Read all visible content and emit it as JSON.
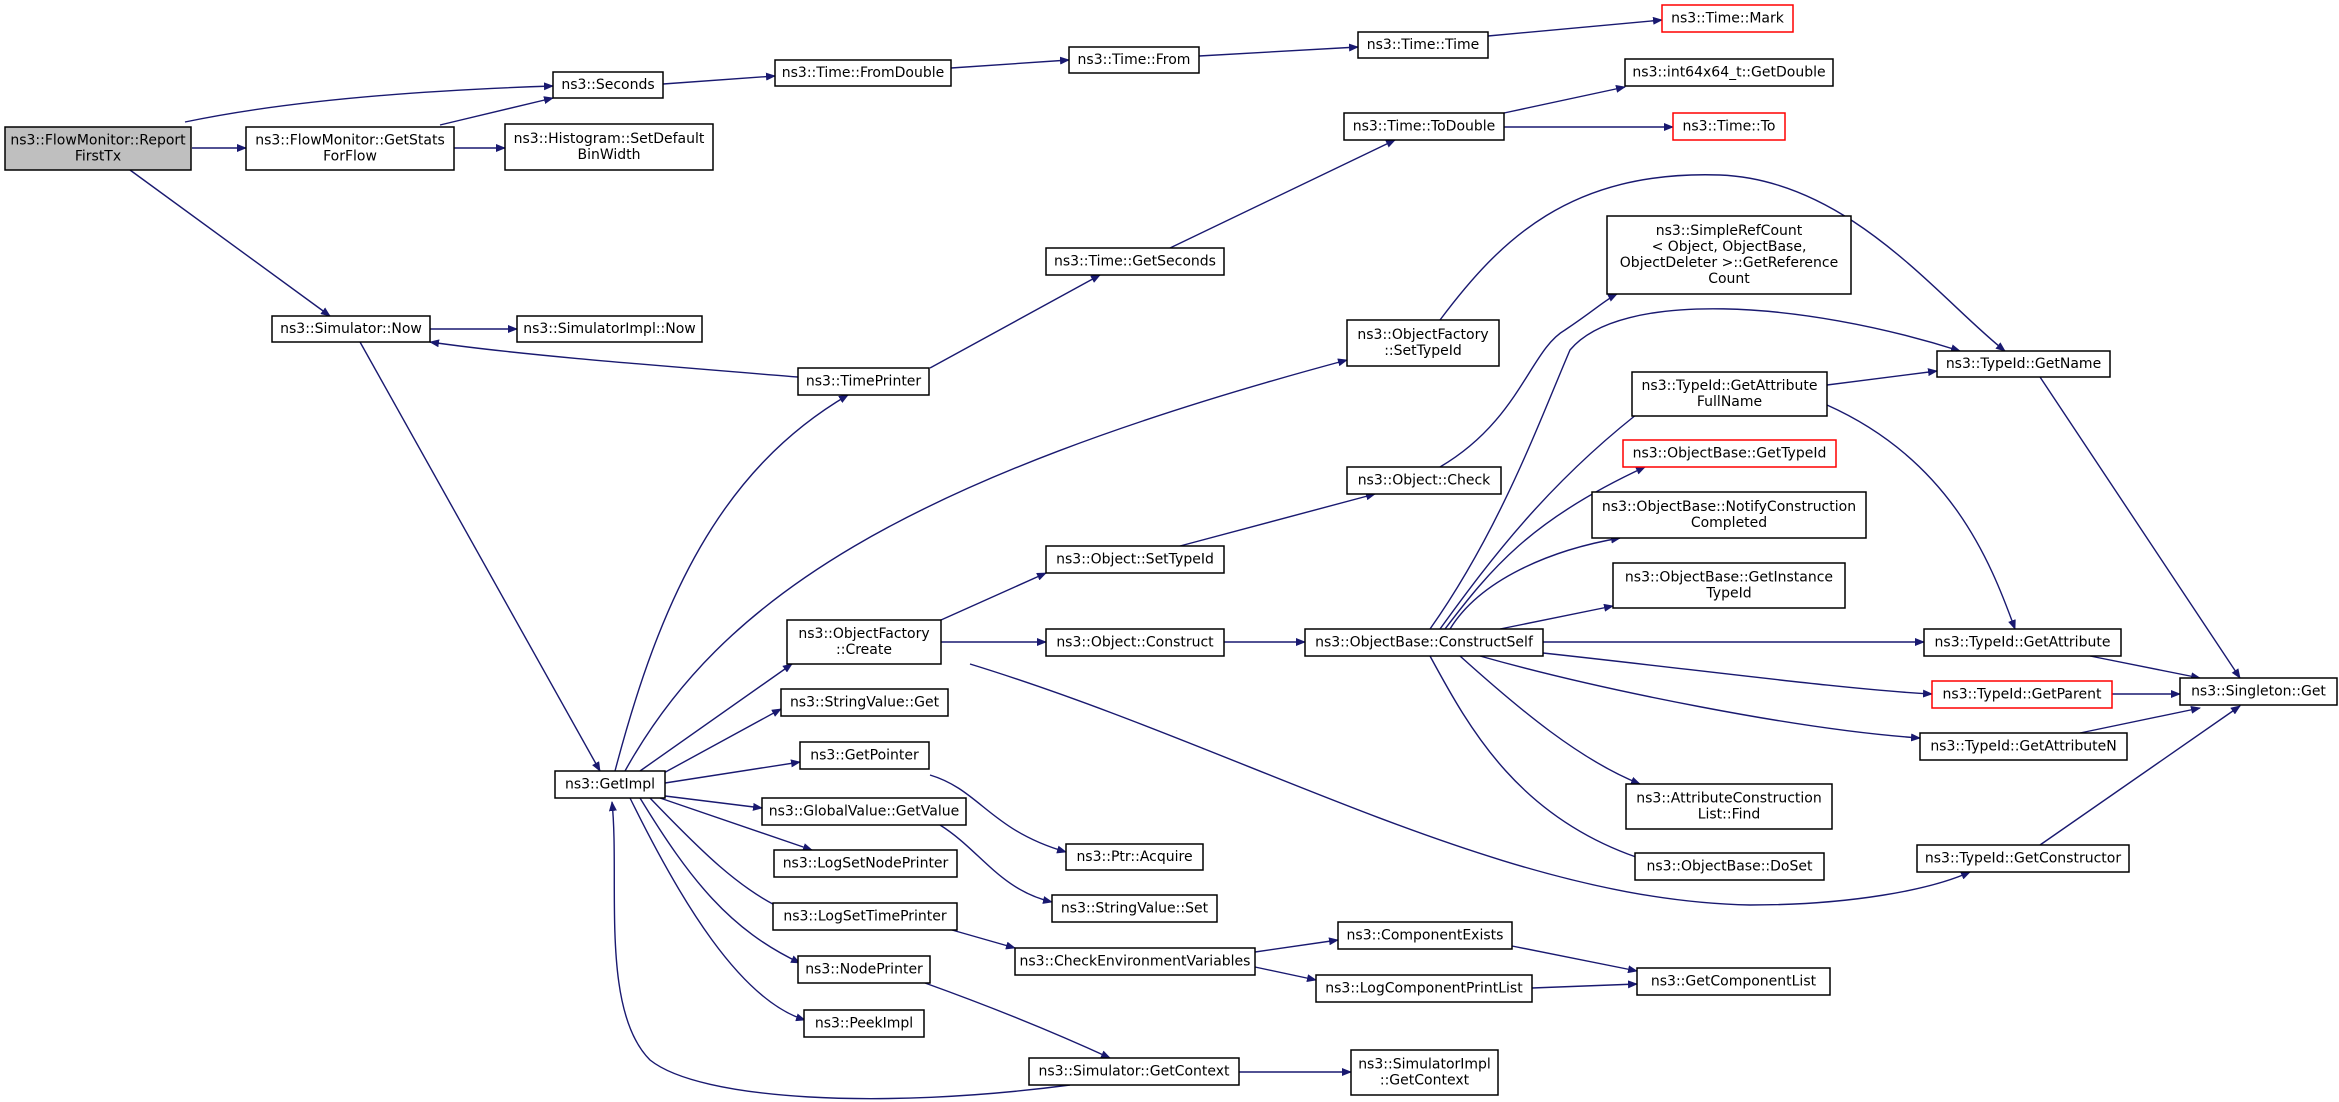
{
  "colors": {
    "edge": "#191970",
    "root_fill": "#bfbfbf",
    "node_border": "#000000",
    "truncated_border": "#ff0000"
  },
  "nodes": {
    "report": [
      "ns3::FlowMonitor::Report",
      "FirstTx"
    ],
    "getstats": [
      "ns3::FlowMonitor::GetStats",
      "ForFlow"
    ],
    "histogram": [
      "ns3::Histogram::SetDefault",
      "BinWidth"
    ],
    "seconds": [
      "ns3::Seconds"
    ],
    "fromdouble": [
      "ns3::Time::FromDouble"
    ],
    "timefrom": [
      "ns3::Time::From"
    ],
    "timetime": [
      "ns3::Time::Time"
    ],
    "timemark": [
      "ns3::Time::Mark"
    ],
    "int64getdouble": [
      "ns3::int64x64_t::GetDouble"
    ],
    "todouble": [
      "ns3::Time::ToDouble"
    ],
    "timeto": [
      "ns3::Time::To"
    ],
    "getseconds": [
      "ns3::Time::GetSeconds"
    ],
    "simrefcount": [
      "ns3::SimpleRefCount",
      "< Object, ObjectBase,",
      "ObjectDeleter >::GetReference",
      "Count"
    ],
    "simnow": [
      "ns3::Simulator::Now"
    ],
    "simimplnow": [
      "ns3::SimulatorImpl::Now"
    ],
    "factsettypeid": [
      "ns3::ObjectFactory",
      "::SetTypeId"
    ],
    "tidgetname": [
      "ns3::TypeId::GetName"
    ],
    "tidgetattrfullname": [
      "ns3::TypeId::GetAttribute",
      "FullName"
    ],
    "timeprinter": [
      "ns3::TimePrinter"
    ],
    "obgettypeid": [
      "ns3::ObjectBase::GetTypeId"
    ],
    "objcheck": [
      "ns3::Object::Check"
    ],
    "obnotify": [
      "ns3::ObjectBase::NotifyConstruction",
      "Completed"
    ],
    "objsettypeid": [
      "ns3::Object::SetTypeId"
    ],
    "obgetinstance": [
      "ns3::ObjectBase::GetInstance",
      "TypeId"
    ],
    "factcreate": [
      "ns3::ObjectFactory",
      "::Create"
    ],
    "objconstruct": [
      "ns3::Object::Construct"
    ],
    "obconstructself": [
      "ns3::ObjectBase::ConstructSelf"
    ],
    "tidgetattr": [
      "ns3::TypeId::GetAttribute"
    ],
    "tidgetparent": [
      "ns3::TypeId::GetParent"
    ],
    "singletonget": [
      "ns3::Singleton::Get"
    ],
    "stringget": [
      "ns3::StringValue::Get"
    ],
    "tidgetattrn": [
      "ns3::TypeId::GetAttributeN"
    ],
    "getpointer": [
      "ns3::GetPointer"
    ],
    "getimpl": [
      "ns3::GetImpl"
    ],
    "globalgetvalue": [
      "ns3::GlobalValue::GetValue"
    ],
    "attrconstrfind": [
      "ns3::AttributeConstruction",
      "List::Find"
    ],
    "ptracquire": [
      "ns3::Ptr::Acquire"
    ],
    "logsetnodeprinter": [
      "ns3::LogSetNodePrinter"
    ],
    "obdoset": [
      "ns3::ObjectBase::DoSet"
    ],
    "tidgetconstructor": [
      "ns3::TypeId::GetConstructor"
    ],
    "stringset": [
      "ns3::StringValue::Set"
    ],
    "logsettimeprinter": [
      "ns3::LogSetTimePrinter"
    ],
    "componentexists": [
      "ns3::ComponentExists"
    ],
    "checkenv": [
      "ns3::CheckEnvironmentVariables"
    ],
    "nodeprinter": [
      "ns3::NodePrinter"
    ],
    "getcomponentlist": [
      "ns3::GetComponentList"
    ],
    "logcompprintlist": [
      "ns3::LogComponentPrintList"
    ],
    "peekimpl": [
      "ns3::PeekImpl"
    ],
    "simgetcontext": [
      "ns3::Simulator::GetContext"
    ],
    "simimplgetcontext": [
      "ns3::SimulatorImpl",
      "::GetContext"
    ]
  }
}
